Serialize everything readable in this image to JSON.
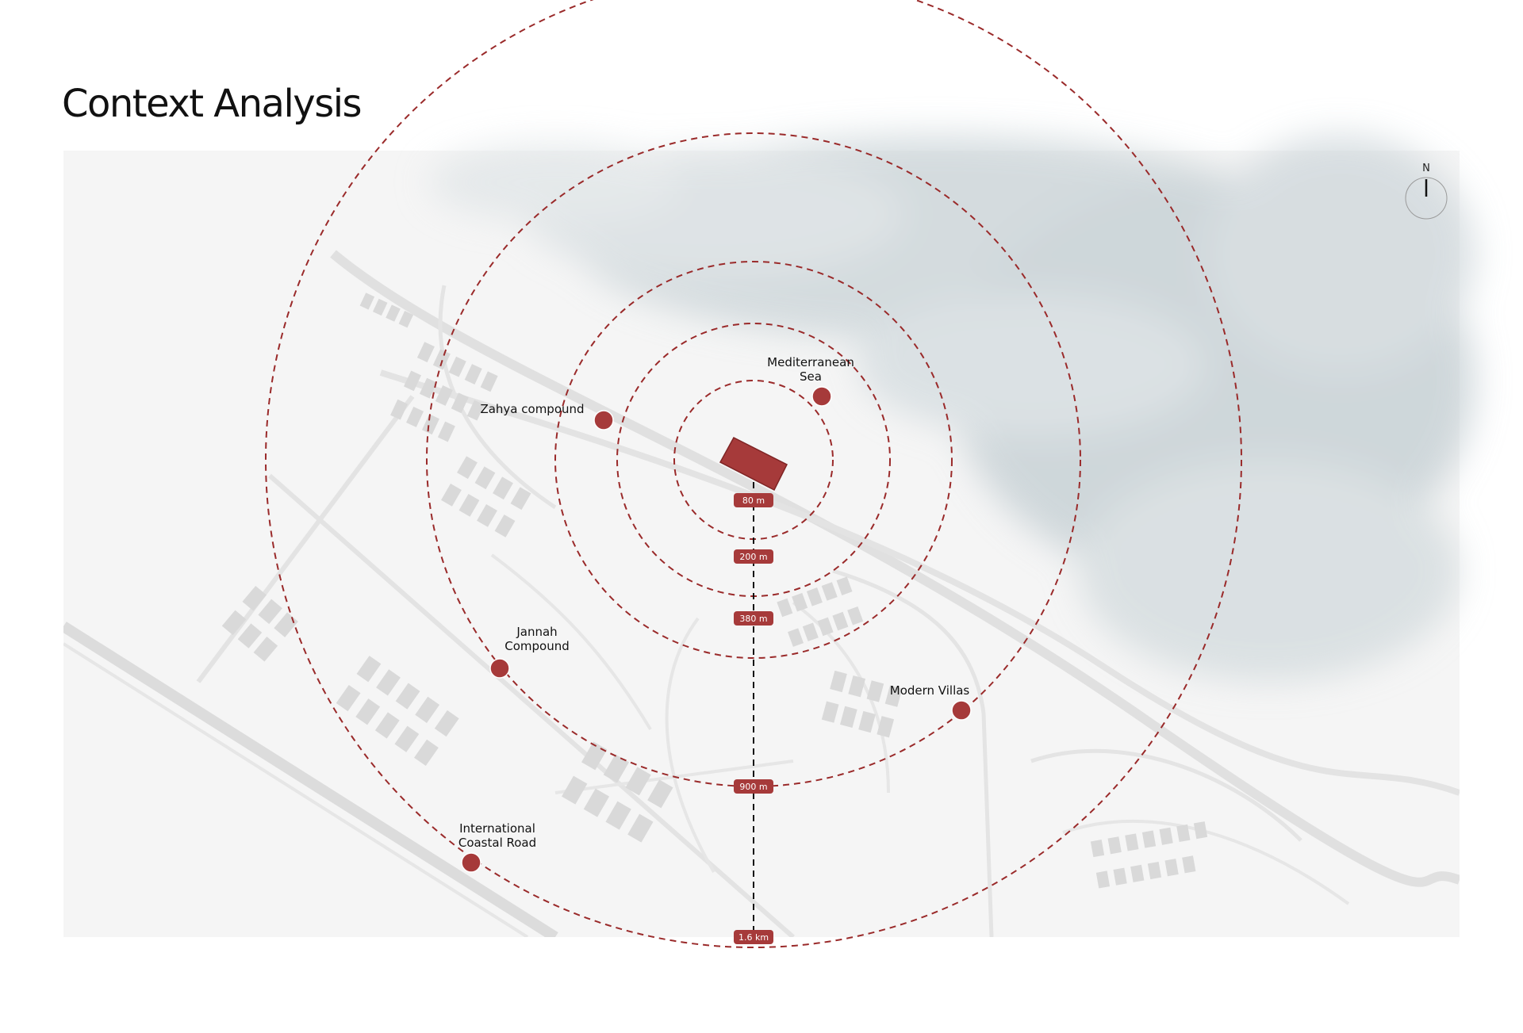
{
  "title": "Context Analysis",
  "colors": {
    "accent": "#a63a3a",
    "ring": "#9a2a2a",
    "map_bg": "#f4f4f4",
    "roads": "#e0e0e0",
    "buildings": "#d6d6d6",
    "sea": "#c5d0d5"
  },
  "north": {
    "label": "N",
    "icon": "north-arrow-icon"
  },
  "rings": [
    {
      "label": "80 m"
    },
    {
      "label": "200 m"
    },
    {
      "label": "380 m"
    },
    {
      "label": "900 m"
    },
    {
      "label": "1.6 km"
    }
  ],
  "places": [
    {
      "lines": [
        "Mediterranean",
        "Sea"
      ]
    },
    {
      "lines": [
        "Zahya compound"
      ]
    },
    {
      "lines": [
        "Jannah",
        "Compound"
      ]
    },
    {
      "lines": [
        "Modern Villas"
      ]
    },
    {
      "lines": [
        "International",
        "Coastal Road"
      ]
    }
  ]
}
